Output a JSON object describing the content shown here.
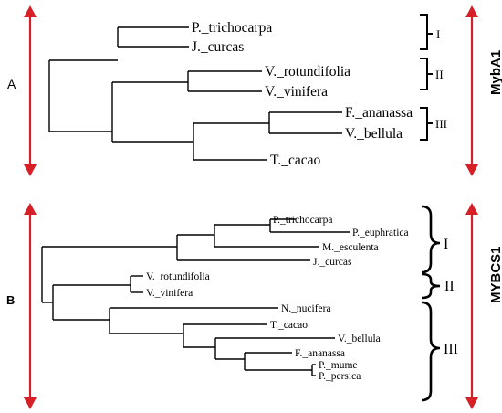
{
  "accent_color": "#d61f26",
  "panel_a": {
    "letter": "A",
    "gene": "MybA1",
    "taxa": {
      "p_trichocarpa": "P._trichocarpa",
      "j_curcas": "J._curcas",
      "v_rotundifolia": "V._rotundifolia",
      "v_vinifera": "V._vinifera",
      "f_ananassa": "F._ananassa",
      "v_bellula": "V._bellula",
      "t_cacao": "T._cacao"
    },
    "clades": [
      "I",
      "II",
      "III"
    ]
  },
  "panel_b": {
    "letter": "B",
    "gene": "MYBCS1",
    "taxa": {
      "p_trichocarpa": "P._trichocarpa",
      "p_euphratica": "P._euphratica",
      "m_esculenta": "M._esculenta",
      "j_curcas": "J._curcas",
      "v_rotundifolia": "V._rotundifolia",
      "v_vinifera": "V._vinifera",
      "n_nucifera": "N._nucifera",
      "t_cacao": "T._cacao",
      "v_bellula": "V._bellula",
      "f_ananassa": "F._ananassa",
      "p_mume": "P._mume",
      "p_persica": "P._persica"
    },
    "clades": [
      "I",
      "II",
      "III"
    ]
  }
}
